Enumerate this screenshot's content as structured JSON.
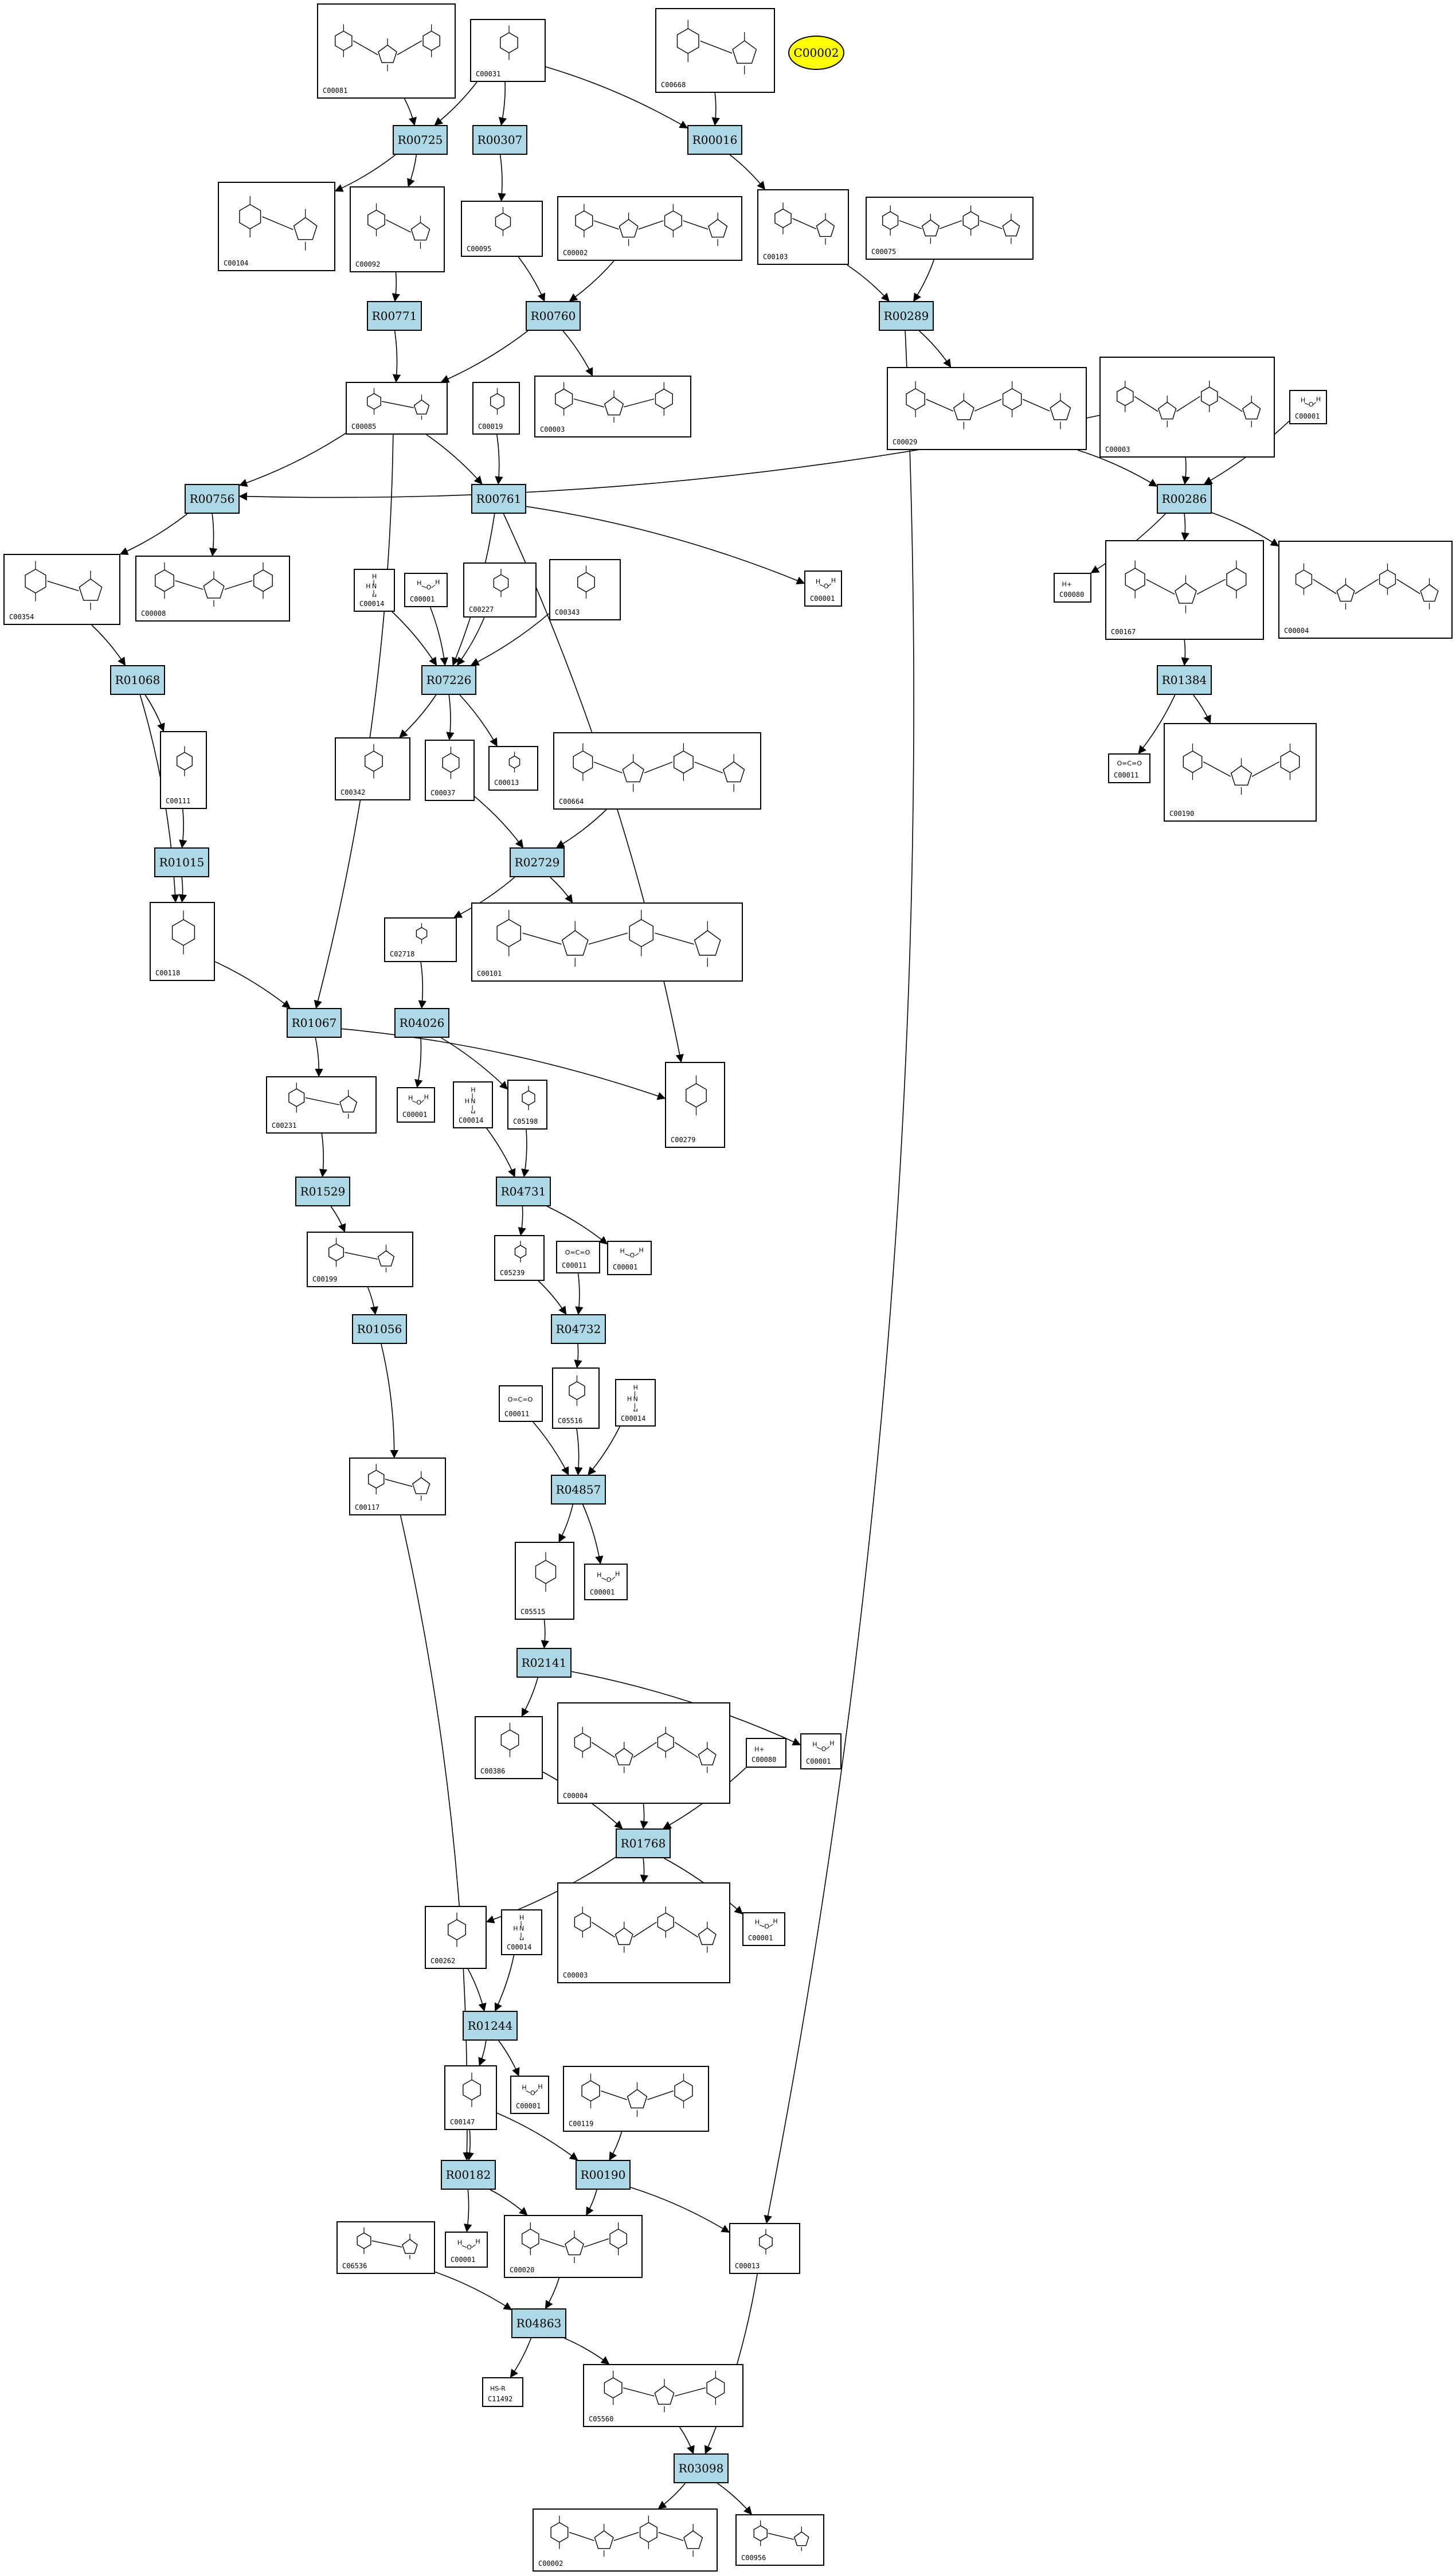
{
  "highlight": {
    "id": "C00002",
    "color": "#ffff00"
  },
  "colors": {
    "reaction_fill": "#add8e6",
    "edge": "#000000"
  },
  "reactions": [
    "R00725",
    "R00307",
    "R00016",
    "R00771",
    "R00760",
    "R00289",
    "R00756",
    "R00761",
    "R00286",
    "R01068",
    "R07226",
    "R01384",
    "R01015",
    "R02729",
    "R01067",
    "R04026",
    "R01529",
    "R04731",
    "R01056",
    "R04732",
    "R04857",
    "R02141",
    "R01768",
    "R01244",
    "R00182",
    "R00190",
    "R04863",
    "R03098"
  ],
  "compounds": [
    "C00081",
    "C00031",
    "C00668",
    "C00104",
    "C00092",
    "C00095",
    "C00002",
    "C00103",
    "C00075",
    "C00085",
    "C00019",
    "C00003",
    "C00029",
    "C00003b",
    "C00001",
    "C00354",
    "C00008",
    "C00001b",
    "C00080",
    "C00167",
    "C00004",
    "C00014",
    "C00001c",
    "C00227",
    "C00343",
    "C00111",
    "C00342",
    "C00037",
    "C00013",
    "C00664",
    "C00011",
    "C00190",
    "C00118",
    "C02718",
    "C00101",
    "C00231",
    "C00001d",
    "C00014b",
    "C05198",
    "C00279",
    "C00199",
    "C05239",
    "C00011b",
    "C00001e",
    "C05516",
    "C00011c",
    "C00014c",
    "C00117",
    "C05515",
    "C00001f",
    "C00386",
    "C00004b",
    "C00080b",
    "C00001g",
    "C00262",
    "C00014d",
    "C00003c",
    "C00001h",
    "C00147",
    "C00001i",
    "C00119",
    "C00020",
    "C00001j",
    "C00013b",
    "C06536",
    "C11492",
    "C05560",
    "C00002b",
    "C00956",
    "C00002c"
  ],
  "labels": {
    "C00081": "C00081",
    "C00031": "C00031",
    "C00668": "C00668",
    "C00104": "C00104",
    "C00092": "C00092",
    "C00095": "C00095",
    "C00002": "C00002",
    "C00103": "C00103",
    "C00075": "C00075",
    "C00085": "C00085",
    "C00019": "C00019",
    "C00003": "C00003",
    "C00029": "C00029",
    "C00003b": "C00003",
    "C00001": "C00001",
    "C00354": "C00354",
    "C00008": "C00008",
    "C00001b": "C00001",
    "C00080": "C00080",
    "C00167": "C00167",
    "C00004": "C00004",
    "C00014": "C00014",
    "C00001c": "C00001",
    "C00227": "C00227",
    "C00343": "C00343",
    "C00111": "C00111",
    "C00342": "C00342",
    "C00037": "C00037",
    "C00013": "C00013",
    "C00664": "C00664",
    "C00011": "C00011",
    "C00190": "C00190",
    "C00118": "C00118",
    "C02718": "C02718",
    "C00101": "C00101",
    "C00231": "C00231",
    "C00001d": "C00001",
    "C00014b": "C00014",
    "C05198": "C05198",
    "C00279": "C00279",
    "C00199": "C00199",
    "C05239": "C05239",
    "C00011b": "C00011",
    "C00001e": "C00001",
    "C05516": "C05516",
    "C00011c": "C00011",
    "C00014c": "C00014",
    "C00117": "C00117",
    "C05515": "C05515",
    "C00001f": "C00001",
    "C00386": "C00386",
    "C00004b": "C00004",
    "C00080b": "C00080",
    "C00001g": "C00001",
    "C00262": "C00262",
    "C00014d": "C00014",
    "C00003c": "C00003",
    "C00001h": "C00001",
    "C00147": "C00147",
    "C00001i": "C00001",
    "C00119": "C00119",
    "C00020": "C00020",
    "C00001j": "C00001",
    "C00013b": "C00013",
    "C06536": "C06536",
    "C11492": "C11492",
    "C05560": "C05560",
    "C00002b": "C00002",
    "C00956": "C00956",
    "C00002c": "C00002"
  },
  "structure_text": {
    "C00001": {
      "l1": "H",
      "l2": "O",
      "l3": "H"
    },
    "C00014": {
      "l1": "H",
      "l2": "N",
      "l3": "H",
      "l4": "H"
    },
    "C00011": {
      "l1": "O=C=O"
    },
    "C00080": {
      "l1": "H+"
    },
    "C11492": {
      "l1": "HS-R"
    }
  },
  "edges": [
    [
      "C00081",
      "R00725"
    ],
    [
      "C00031",
      "R00725"
    ],
    [
      "C00031",
      "R00307"
    ],
    [
      "C00031",
      "R00016"
    ],
    [
      "C00668",
      "R00016"
    ],
    [
      "R00725",
      "C00104"
    ],
    [
      "R00725",
      "C00092"
    ],
    [
      "R00307",
      "C00095"
    ],
    [
      "R00016",
      "C00103"
    ],
    [
      "C00092",
      "R00771"
    ],
    [
      "C00095",
      "R00760"
    ],
    [
      "C00002",
      "R00760"
    ],
    [
      "C00103",
      "R00289"
    ],
    [
      "C00075",
      "R00289"
    ],
    [
      "R00771",
      "C00085"
    ],
    [
      "R00760",
      "C00085"
    ],
    [
      "R00760",
      "C00003"
    ],
    [
      "R00289",
      "C00029"
    ],
    [
      "C00003b",
      "R00756"
    ],
    [
      "C00085",
      "R00756"
    ],
    [
      "C00085",
      "R00761"
    ],
    [
      "C00019",
      "R00761"
    ],
    [
      "C00029",
      "R00286"
    ],
    [
      "C00003b",
      "R00286"
    ],
    [
      "C00001",
      "R00286"
    ],
    [
      "R00756",
      "C00354"
    ],
    [
      "R00756",
      "C00008"
    ],
    [
      "R00761",
      "C00001b"
    ],
    [
      "R00286",
      "C00080"
    ],
    [
      "R00286",
      "C00167"
    ],
    [
      "R00286",
      "C00004"
    ],
    [
      "C00354",
      "R01068"
    ],
    [
      "C00014",
      "R07226"
    ],
    [
      "C00001c",
      "R07226"
    ],
    [
      "C00227",
      "R07226"
    ],
    [
      "C00343",
      "R07226"
    ],
    [
      "R00761",
      "R07226"
    ],
    [
      "C00167",
      "R01384"
    ],
    [
      "R01068",
      "C00111"
    ],
    [
      "R07226",
      "C00342"
    ],
    [
      "R07226",
      "C00037"
    ],
    [
      "R07226",
      "C00013"
    ],
    [
      "R01384",
      "C00011"
    ],
    [
      "R01384",
      "C00190"
    ],
    [
      "C00111",
      "R01015"
    ],
    [
      "C00037",
      "R02729"
    ],
    [
      "C00664",
      "R02729"
    ],
    [
      "R01015",
      "C00118"
    ],
    [
      "R01068",
      "C00118"
    ],
    [
      "R02729",
      "C02718"
    ],
    [
      "R02729",
      "C00101"
    ],
    [
      "C00085",
      "R01067"
    ],
    [
      "C00118",
      "R01067"
    ],
    [
      "C02718",
      "R04026"
    ],
    [
      "R01067",
      "C00231"
    ],
    [
      "R01067",
      "C00279"
    ],
    [
      "R04026",
      "C00001d"
    ],
    [
      "R04026",
      "C05198"
    ],
    [
      "R00761",
      "C00279"
    ],
    [
      "C00231",
      "R01529"
    ],
    [
      "C00014b",
      "R04731"
    ],
    [
      "C05198",
      "R04731"
    ],
    [
      "R01529",
      "C00199"
    ],
    [
      "R04731",
      "C05239"
    ],
    [
      "R04731",
      "C00001e"
    ],
    [
      "C00199",
      "R01056"
    ],
    [
      "C05239",
      "R04732"
    ],
    [
      "C00011b",
      "R04732"
    ],
    [
      "R04732",
      "C05516"
    ],
    [
      "R01056",
      "C00117"
    ],
    [
      "C05516",
      "R04857"
    ],
    [
      "C00011c",
      "R04857"
    ],
    [
      "C00014c",
      "R04857"
    ],
    [
      "R04857",
      "C05515"
    ],
    [
      "R04857",
      "C00001f"
    ],
    [
      "C05515",
      "R02141"
    ],
    [
      "R02141",
      "C00386"
    ],
    [
      "R02141",
      "C00001g"
    ],
    [
      "C00386",
      "R01768"
    ],
    [
      "C00004b",
      "R01768"
    ],
    [
      "C00080b",
      "R01768"
    ],
    [
      "R01768",
      "C00262"
    ],
    [
      "R01768",
      "C00003c"
    ],
    [
      "R01768",
      "C00001h"
    ],
    [
      "C00262",
      "R01244"
    ],
    [
      "C00014d",
      "R01244"
    ],
    [
      "R01244",
      "C00147"
    ],
    [
      "R01244",
      "C00001i"
    ],
    [
      "C00117",
      "R00182"
    ],
    [
      "C00147",
      "R00182"
    ],
    [
      "C00147",
      "R00190"
    ],
    [
      "C00119",
      "R00190"
    ],
    [
      "R00182",
      "C00001j"
    ],
    [
      "R00182",
      "C00020"
    ],
    [
      "R00190",
      "C00020"
    ],
    [
      "R00190",
      "C00013b"
    ],
    [
      "R00289",
      "C00013b"
    ],
    [
      "C00020",
      "R04863"
    ],
    [
      "C06536",
      "R04863"
    ],
    [
      "R04863",
      "C11492"
    ],
    [
      "R04863",
      "C05560"
    ],
    [
      "C05560",
      "R03098"
    ],
    [
      "C00013b",
      "R03098"
    ],
    [
      "R03098",
      "C00002c"
    ],
    [
      "R03098",
      "C00956"
    ]
  ]
}
